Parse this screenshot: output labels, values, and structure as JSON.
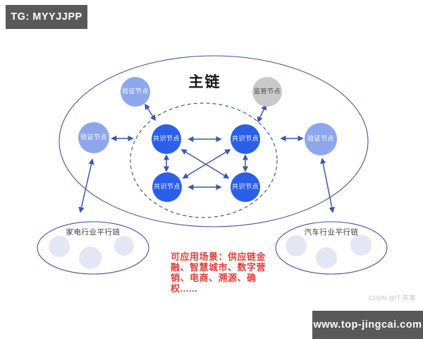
{
  "badges": {
    "top_left": "TG: MYYJJPP",
    "bottom_right": "www.top-jingcai.com"
  },
  "watermark": "CSDN @IT·陈寒",
  "diagram": {
    "title": "主链",
    "nodes": {
      "consensus": [
        "共识节点",
        "共识节点",
        "共识节点",
        "共识节点"
      ],
      "verify_top": "验证节点",
      "verify_left": "验证节点",
      "verify_right": "验证节点",
      "supervise": "监管节点"
    },
    "parallel_chain_left": "家电行业平行链",
    "parallel_chain_right": "汽车行业平行链",
    "scenarios_text": "可应用场景：供应链金\n融、智慧城市、数字营\n销、电商、溯源、确\n权......"
  },
  "colors": {
    "consensus_blue": "#2b5fe8",
    "verify_light_blue": "#8ea6ec",
    "supervise_gray": "#c9c9c9",
    "stroke_navy": "#41549e",
    "arrow_blue": "#3f56ae",
    "scenario_red": "#e0403c",
    "badge_gray": "#595959",
    "watermark_gray": "#c6c6c6",
    "inner_circle_fill": "#e4e7f3"
  }
}
